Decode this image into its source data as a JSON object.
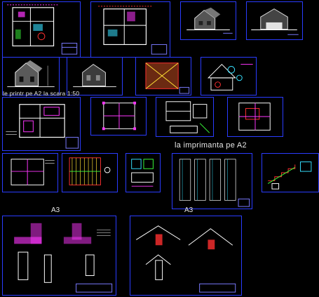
{
  "canvas": {
    "background": "#000000"
  },
  "labels": {
    "row_print_note": "le printr pe A2 la scara 1:50",
    "print_a2": "la imprimanta pe A2",
    "format_a3_left": "A3",
    "format_a3_right": "A3"
  },
  "colors": {
    "border": "#2a3cff",
    "wall": "#ffffff",
    "accent_magenta": "#ff36ff",
    "accent_red": "#ff3030",
    "accent_cyan": "#36e0ff",
    "accent_green": "#3aff3a",
    "accent_yellow": "#ffe135",
    "title_block": "#7a7aff"
  }
}
